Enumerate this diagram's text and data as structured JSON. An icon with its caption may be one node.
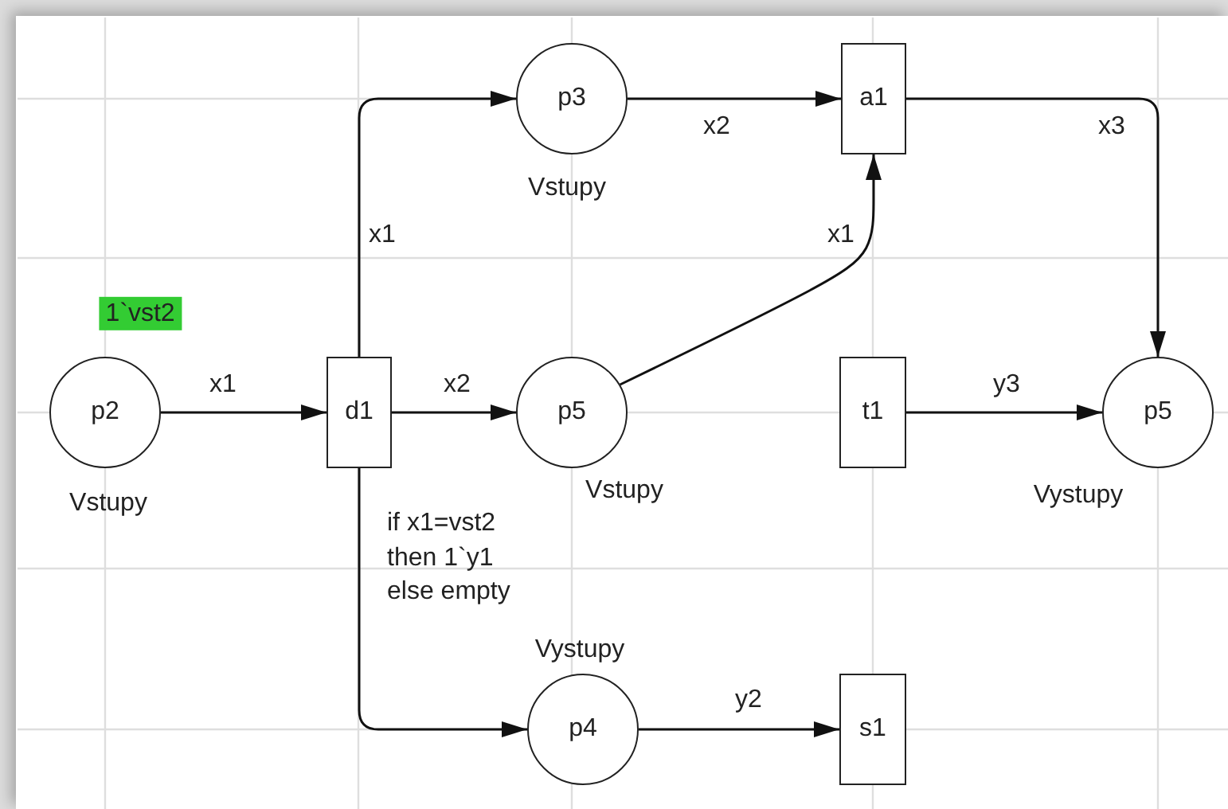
{
  "diagram": {
    "nodes": [
      {
        "text": [
          "p3"
        ],
        "beside": [
          "Vstupy"
        ]
      },
      {
        "text": [
          "a1"
        ]
      },
      {
        "text": [
          "p2"
        ],
        "beside": [
          "1`vst2",
          "Vstupy"
        ]
      },
      {
        "text": [
          "d1"
        ]
      },
      {
        "text": [
          "p5"
        ],
        "beside": [
          "Vstupy"
        ]
      },
      {
        "text": [
          "t1"
        ]
      },
      {
        "text": [
          "p5"
        ],
        "beside": [
          "Vystupy"
        ]
      },
      {
        "text": [
          "p4"
        ],
        "beside": [
          "Vystupy"
        ]
      },
      {
        "text": [
          "s1"
        ]
      }
    ],
    "edges": [
      {
        "from": 2,
        "to": 3,
        "arrow": "to",
        "label": "x1"
      },
      {
        "from": 3,
        "to": 0,
        "arrow": "to",
        "label": "x1"
      },
      {
        "from": 3,
        "to": 4,
        "arrow": "to",
        "label": "x2"
      },
      {
        "from": 3,
        "to": 7,
        "arrow": "to",
        "label": "if x1=vst2 then 1`y1 else empty"
      },
      {
        "from": 0,
        "to": 1,
        "arrow": "to",
        "label": "x2"
      },
      {
        "from": 4,
        "to": 1,
        "arrow": "to",
        "label": "x1"
      },
      {
        "from": 1,
        "to": 6,
        "arrow": "to",
        "label": "x3"
      },
      {
        "from": 5,
        "to": 6,
        "arrow": "to",
        "label": "y3"
      },
      {
        "from": 7,
        "to": 8,
        "arrow": "to",
        "label": "y2"
      }
    ]
  }
}
